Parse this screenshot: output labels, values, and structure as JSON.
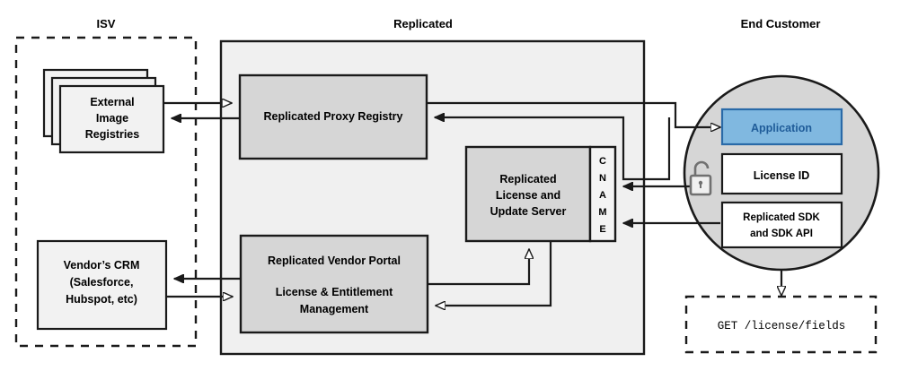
{
  "diagram": {
    "title_isv": "ISV",
    "title_replicated": "Replicated",
    "title_end_customer": "End Customer",
    "colors": {
      "panel_fill": "#f0f0f0",
      "box_fill": "#d6d6d6",
      "light_box_fill": "#f2f2f2",
      "white_fill": "#ffffff",
      "circle_fill": "#d6d6d6",
      "application_fill": "#80b8e0",
      "application_text": "#1f5c99",
      "application_border": "#2a6aa8",
      "stroke": "#1a1a1a",
      "lock_stroke": "#707070"
    },
    "isv": {
      "registries": {
        "line1": "External",
        "line2": "Image",
        "line3": "Registries"
      },
      "crm": {
        "line1": "Vendor’s CRM",
        "line2": "(Salesforce,",
        "line3": "Hubspot, etc)"
      }
    },
    "replicated": {
      "proxy_registry": "Replicated Proxy Registry",
      "license_server": {
        "line1": "Replicated",
        "line2": "License and",
        "line3": "Update Server"
      },
      "cname": [
        "C",
        "N",
        "A",
        "M",
        "E"
      ],
      "vendor_portal": {
        "line1": "Replicated Vendor Portal",
        "line2": "License & Entitlement",
        "line3": "Management"
      }
    },
    "end_customer": {
      "application": "Application",
      "license_id": "License ID",
      "sdk": {
        "line1": "Replicated SDK",
        "line2": "and SDK API"
      },
      "lock_icon": "unlock-icon",
      "api_call": "GET /license/fields"
    }
  }
}
